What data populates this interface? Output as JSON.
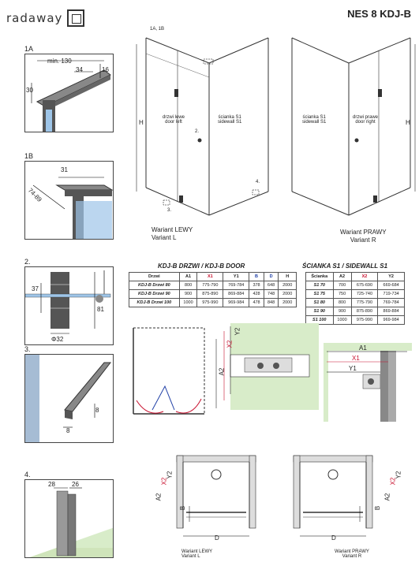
{
  "header": {
    "brand": "radaway",
    "product_title": "NES 8 KDJ-B"
  },
  "sections": {
    "s1a": {
      "label": "1A",
      "dims": [
        "min. 130",
        "34",
        "16",
        "30"
      ]
    },
    "s1b": {
      "label": "1B",
      "dims": [
        "31",
        "74-89"
      ]
    },
    "s2": {
      "label": "2.",
      "dims": [
        "37",
        "81",
        "Φ32"
      ]
    },
    "s3": {
      "label": "3.",
      "dims": [
        "8",
        "8"
      ]
    },
    "s4": {
      "label": "4.",
      "dims": [
        "28",
        "26"
      ]
    }
  },
  "main_left": {
    "callouts": [
      "1A, 1B",
      "2.",
      "3.",
      "4."
    ],
    "door_label": [
      "drzwi lewe",
      "door left"
    ],
    "wall_label": [
      "ścianka S1",
      "sidewall S1"
    ],
    "height": "H",
    "variant": [
      "Wariant LEWY",
      "Variant L"
    ]
  },
  "main_right": {
    "wall_label": [
      "ścianka S1",
      "sidewall S1"
    ],
    "door_label": [
      "drzwi prawe",
      "door right"
    ],
    "height": "H",
    "variant": [
      "Wariant PRAWY",
      "Variant R"
    ]
  },
  "door_table": {
    "title": "KDJ-B DRZWI / KDJ-B DOOR",
    "headers": [
      "Drzwi",
      "A1",
      "X1",
      "Y1",
      "B",
      "D",
      "H"
    ],
    "header_colors": [
      "",
      "",
      "red",
      "",
      "blue",
      "blue",
      ""
    ],
    "rows": [
      [
        "KDJ-B Drzwi 80",
        "800",
        "775-790",
        "769-784",
        "378",
        "648",
        "2000"
      ],
      [
        "KDJ-B Drzwi 90",
        "900",
        "875-890",
        "869-884",
        "428",
        "748",
        "2000"
      ],
      [
        "KDJ-B Drzwi 100",
        "1000",
        "975-990",
        "969-984",
        "478",
        "848",
        "2000"
      ]
    ]
  },
  "wall_table": {
    "title": "ŚCIANKA S1 / SIDEWALL S1",
    "headers": [
      "Ścianka",
      "A2",
      "X2",
      "Y2"
    ],
    "header_colors": [
      "",
      "",
      "red",
      ""
    ],
    "rows": [
      [
        "S1 70",
        "700",
        "675-690",
        "669-684"
      ],
      [
        "S1 75",
        "750",
        "725-740",
        "719-734"
      ],
      [
        "S1 80",
        "800",
        "775-790",
        "769-784"
      ],
      [
        "S1 90",
        "900",
        "875-890",
        "869-884"
      ],
      [
        "S1 100",
        "1000",
        "975-990",
        "969-984"
      ]
    ]
  },
  "mid_diagrams": {
    "left_dims": [
      "A2",
      "X2",
      "Y2"
    ],
    "right_dims": [
      "A1",
      "X1",
      "Y1"
    ]
  },
  "plans": {
    "left": {
      "dims": [
        "A2",
        "X2",
        "Y2",
        "B",
        "D"
      ],
      "variant": [
        "Wariant LEWY",
        "Variant L"
      ]
    },
    "right": {
      "dims": [
        "A2",
        "X2",
        "Y2",
        "B",
        "D"
      ],
      "variant": [
        "Wariant PRAWY",
        "Variant R"
      ]
    }
  },
  "colors": {
    "red": "#c8102e",
    "blue": "#1f3fa6",
    "green_tint": "#d8ecc9",
    "glass": "#cfe3f5"
  }
}
